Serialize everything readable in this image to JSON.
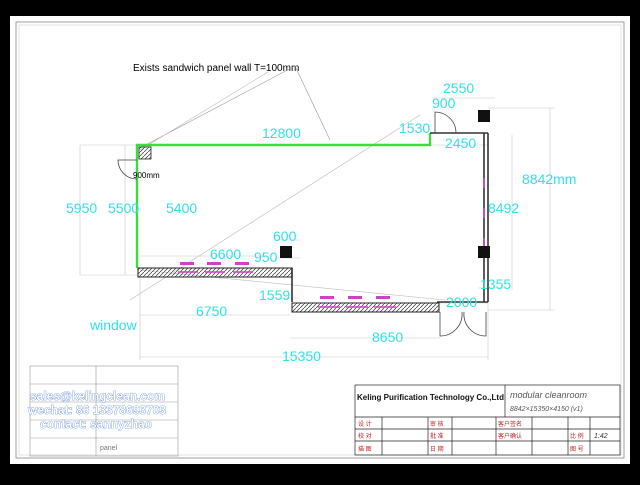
{
  "header_note": "Exists sandwich panel wall T=100mm",
  "dimensions": {
    "d2550": "2550",
    "d900_top": "900",
    "d12800": "12800",
    "d1530": "1530",
    "d2450": "2450",
    "d8842": "8842mm",
    "d8492": "8492",
    "d5950": "5950",
    "d5500": "5500",
    "d5400": "5400",
    "d900mm": "900mm",
    "d600": "600",
    "d6600": "6600",
    "d950": "950",
    "d1559": "1559",
    "d1355": "1355",
    "d2000": "2000",
    "d6750": "6750",
    "d8650": "8650",
    "d15350": "15350"
  },
  "window_label": "window",
  "title_block": {
    "company": "Keling Purification Technology Co.,Ltd",
    "project": "modular cleanroom",
    "spec": "8842×15350×4150  (v1)",
    "scale_label": "比 例",
    "scale_value": "1:42",
    "row1": [
      "设 计",
      "审 核",
      "客户签名"
    ],
    "row2": [
      "校 对",
      "批 准",
      "客户确认"
    ],
    "row3": [
      "描 图",
      "日 期",
      "图 号"
    ]
  },
  "contact": {
    "email": "sales@kelingclean.com",
    "wechat": "wechat: 86 13378693703",
    "name": "contact: sannyzhao"
  },
  "legend_hint": "panel",
  "colors": {
    "dimension": "#33e0e8",
    "wall_new": "#3ddc3d",
    "wall_hatch": "#222222",
    "window": "#d040c8"
  }
}
